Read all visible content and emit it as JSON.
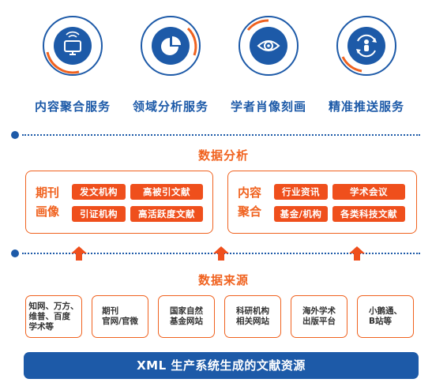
{
  "colors": {
    "blue": "#1d5aa8",
    "orange": "#f0621f",
    "tag": "#ef4f1c"
  },
  "services": [
    {
      "label": "内容聚合服务",
      "icon": "monitor-signal-icon"
    },
    {
      "label": "领域分析服务",
      "icon": "pie-chart-icon"
    },
    {
      "label": "学者肖像刻画",
      "icon": "eye-icon"
    },
    {
      "label": "精准推送服务",
      "icon": "person-refresh-icon"
    }
  ],
  "analysis": {
    "title": "数据分析",
    "boxes": [
      {
        "heading": "期刊\n画像",
        "tags": [
          "发文机构",
          "高被引文献",
          "引证机构",
          "高活跃度文献"
        ]
      },
      {
        "heading": "内容\n聚合",
        "tags": [
          "行业资讯",
          "学术会议",
          "基金/机构",
          "各类科技文献"
        ]
      }
    ]
  },
  "sources": {
    "title": "数据来源",
    "items": [
      "知网、万方、\n维普、百度\n学术等",
      "期刊\n官网/官微",
      "国家自然\n基金网站",
      "科研机构\n相关网站",
      "海外学术\n出版平台",
      "小鹅通、\nB站等"
    ]
  },
  "footer": {
    "label": "XML 生产系统生成的文献资源"
  }
}
